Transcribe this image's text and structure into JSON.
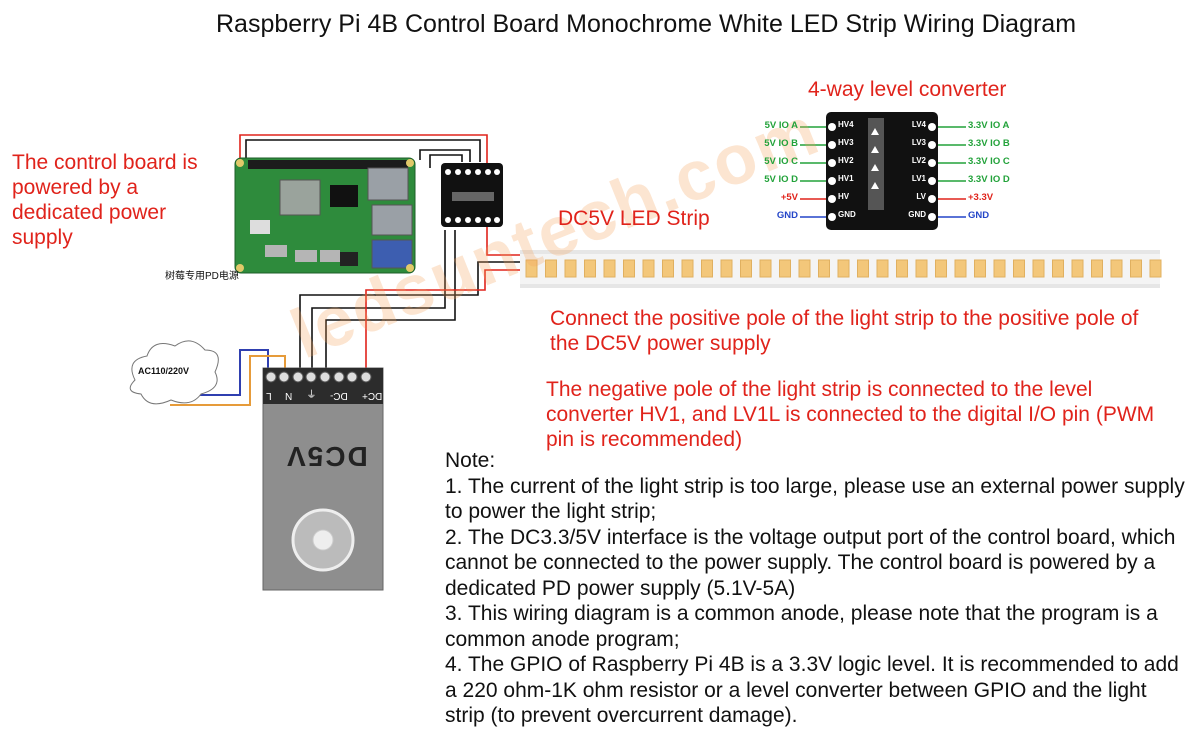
{
  "title": "Raspberry Pi 4B Control Board Monochrome White LED Strip Wiring Diagram",
  "left_label": "The control board is powered by a dedicated power supply",
  "pd_label": "树莓专用PD电源",
  "converter": {
    "title": "4-way level converter",
    "left_pins": [
      "5V IO A",
      "5V IO B",
      "5V IO C",
      "5V IO D",
      "+5V",
      "GND"
    ],
    "right_pins": [
      "3.3V IO A",
      "3.3V IO B",
      "3.3V IO C",
      "3.3V IO D",
      "+3.3V",
      "GND"
    ],
    "left_chip_labels": [
      "HV4",
      "HV3",
      "HV2",
      "HV1",
      "HV",
      "GND"
    ],
    "right_chip_labels": [
      "LV4",
      "LV3",
      "LV2",
      "LV1",
      "LV",
      "GND"
    ]
  },
  "strip_title": "DC5V LED Strip",
  "ac_label": "AC110/220V",
  "psu": {
    "name": "DC5V",
    "terminals": [
      "L",
      "N",
      "⏚",
      "DC-",
      "DC+"
    ]
  },
  "note_positive": "Connect the positive pole of the light strip to the positive pole of the DC5V power supply",
  "note_negative": "The negative pole of the light strip is connected to the level converter HV1, and LV1L is connected to the digital I/O pin (PWM pin is recommended)",
  "notes": {
    "heading": "Note:",
    "items": [
      "1. The current of the light strip is too large, please use an external power supply to power the light strip;",
      "2. The DC3.3/5V interface is the voltage output port of the control board, which cannot be connected to the power supply. The control board is powered by a dedicated PD power supply (5.1V-5A)",
      "3. This wiring diagram is a common anode, please note that the program is a common anode program;",
      "4. The GPIO of Raspberry Pi 4B is a 3.3V logic level. It is recommended to add a 220 ohm-1K ohm resistor or a level converter between GPIO and the light strip (to prevent overcurrent damage)."
    ]
  },
  "watermark": "ledsuntech.com",
  "colors": {
    "label_red": "#e0231b",
    "pin_green": "#22a23a",
    "pin_red": "#e0231b",
    "pin_blue": "#2345c8",
    "board_green": "#2e8b3c",
    "psu_gray": "#8e8e8e",
    "wire_black": "#111111",
    "wire_red": "#e0231b",
    "wire_blue": "#2f3fb0",
    "wire_orange": "#e69b3a"
  }
}
